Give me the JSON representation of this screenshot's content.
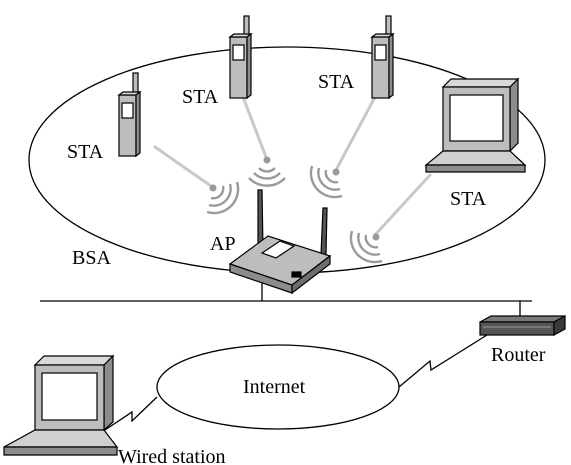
{
  "labels": {
    "sta": "STA",
    "ap": "AP",
    "bsa": "BSA",
    "internet": "Internet",
    "router": "Router",
    "wired_station": "Wired station"
  },
  "colors": {
    "line": "#000000",
    "wireless_link": "#c8c8c8",
    "device_fill": "#bdbdbd",
    "device_dark": "#8c8c8c",
    "screen": "#ffffff",
    "background": "#ffffff"
  },
  "icons": [
    "mobile-phone-icon",
    "laptop-icon",
    "access-point-icon",
    "router-icon",
    "wireless-signal-icon"
  ]
}
